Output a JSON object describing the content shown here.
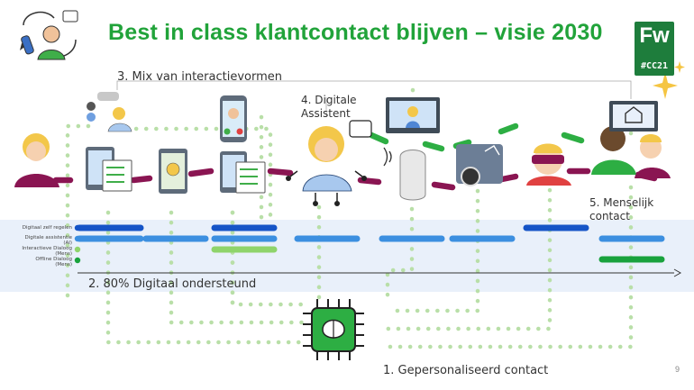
{
  "title": "Best in class klantcontact blijven – visie 2030",
  "labels": {
    "mix": "3. Mix van interactievormen",
    "digital_assistant_line1": "4. Digitale",
    "digital_assistant_line2": "Assistent",
    "human_contact_line1": "5. Menselijk",
    "human_contact_line2": "contact",
    "digital_supported": "2. 80% Digitaal ondersteund",
    "personalised": "1. Gepersonaliseerd contact"
  },
  "legend": [
    {
      "line1": "Digitaal zelf regelen",
      "line2": ""
    },
    {
      "line1": "Digitale assistentie",
      "line2": "(AI)"
    },
    {
      "line1": "Interactieve Dialoog",
      "line2": "(Mens)"
    },
    {
      "line1": "Offline Dialoog",
      "line2": "(Mens)"
    }
  ],
  "logo": {
    "text": "Fw",
    "tag": "#CC21"
  },
  "page_number": "9",
  "colors": {
    "green": "#21a33a",
    "dark_blue": "#1554c7",
    "light_blue": "#3c8fe0",
    "light_green": "#8fd46b",
    "dot_green": "#b9dfa8",
    "journey": "#8a1552",
    "band": "#e9f0fa"
  },
  "icons": [
    "customer-service-icon",
    "customer-icon",
    "chat-agent-icon",
    "tablet-checklist-icon",
    "mobile-notification-icon",
    "video-call-icon",
    "phone-checklist-icon",
    "robot-assistant-icon",
    "smart-speaker-icon",
    "video-meeting-icon",
    "car-dashboard-icon",
    "vr-headset-icon",
    "advisors-icon",
    "home-monitor-icon",
    "ai-chip-icon",
    "sparkle-icon"
  ]
}
